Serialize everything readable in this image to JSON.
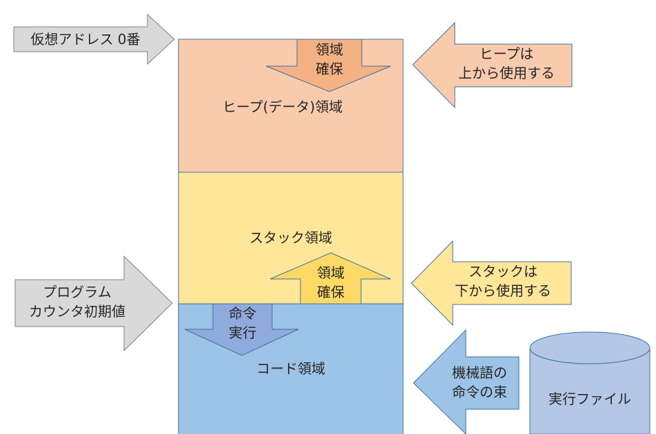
{
  "diagram": {
    "regions": {
      "heap": {
        "label": "ヒープ(データ)領域",
        "fill": "#F8CBAD"
      },
      "stack": {
        "label": "スタック領域",
        "fill": "#FFE699"
      },
      "code": {
        "label": "コード領域",
        "fill": "#9DC3E6"
      }
    },
    "inner_arrows": {
      "heap_alloc": {
        "lines": [
          "領域",
          "確保"
        ],
        "fill": "#F4B183"
      },
      "stack_alloc": {
        "lines": [
          "領域",
          "確保"
        ],
        "fill": "#FFD966"
      },
      "exec": {
        "lines": [
          "命令",
          "実行"
        ],
        "fill": "#8FAADC"
      }
    },
    "left_arrows": {
      "vaddr": {
        "lines": [
          "仮想アドレス 0番"
        ],
        "fill": "#D9D9D9"
      },
      "pc": {
        "lines": [
          "プログラム",
          "カウンタ初期値"
        ],
        "fill": "#D9D9D9"
      }
    },
    "right_arrows": {
      "heap_note": {
        "lines": [
          "ヒープは",
          "上から使用する"
        ],
        "fill": "#F8CBAD"
      },
      "stack_note": {
        "lines": [
          "スタックは",
          "下から使用する"
        ],
        "fill": "#FFE699"
      },
      "code_note": {
        "lines": [
          "機械語の",
          "命令の束"
        ],
        "fill": "#9DC3E6"
      }
    },
    "file": {
      "label": "実行ファイル",
      "fill": "#B4C7E7"
    }
  }
}
